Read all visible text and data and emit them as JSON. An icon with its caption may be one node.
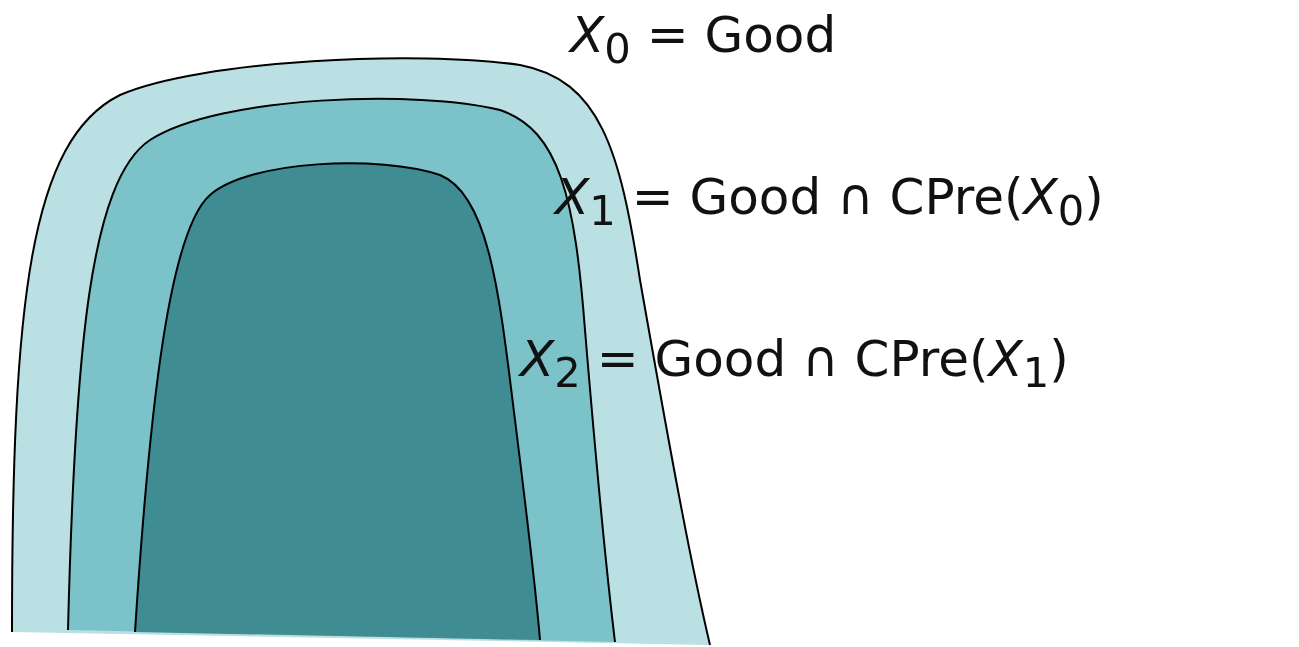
{
  "diagram": {
    "nodes": [
      {
        "text": [
          "*X*$_{0}$ = Good"
        ]
      },
      {
        "text": [
          "*X*$_{1}$ = Good ∩ CPre(*X*$_{0}$)"
        ],
        "in": 0
      },
      {
        "text": [
          "*X*$_{2}$ = Good ∩ CPre(*X*$_{1}$)"
        ],
        "in": 1
      }
    ]
  }
}
